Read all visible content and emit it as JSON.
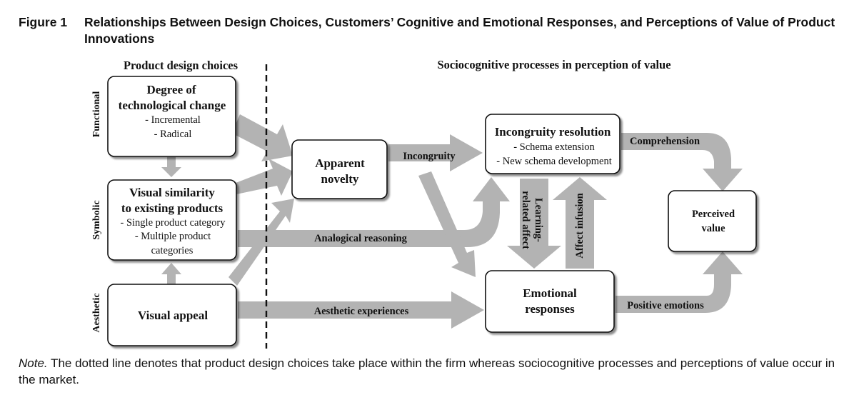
{
  "figure": {
    "label": "Figure 1",
    "title": "Relationships Between Design Choices, Customers’ Cognitive and Emotional Responses, and Perceptions of Value of Product Innovations"
  },
  "headers": {
    "left": "Product design choices",
    "right": "Sociocognitive processes in perception of value"
  },
  "side_labels": {
    "functional": "Functional",
    "symbolic": "Symbolic",
    "aesthetic": "Aesthetic"
  },
  "boxes": {
    "tech_change": {
      "title_line1": "Degree of",
      "title_line2": "technological change",
      "items": [
        "- Incremental",
        "- Radical"
      ]
    },
    "visual_similarity": {
      "title_line1": "Visual similarity",
      "title_line2": "to existing products",
      "items": [
        "- Single product category",
        "- Multiple product",
        "categories"
      ]
    },
    "visual_appeal": {
      "title": "Visual appeal"
    },
    "apparent_novelty": {
      "title_line1": "Apparent",
      "title_line2": "novelty"
    },
    "incongruity_resolution": {
      "title": "Incongruity resolution",
      "items": [
        "- Schema extension",
        "- New schema development"
      ]
    },
    "emotional_responses": {
      "title_line1": "Emotional",
      "title_line2": "responses"
    },
    "perceived_value": {
      "title_line1": "Perceived",
      "title_line2": "value"
    }
  },
  "arrow_labels": {
    "incongruity": "Incongruity",
    "comprehension": "Comprehension",
    "analogical_reasoning": "Analogical reasoning",
    "aesthetic_experiences": "Aesthetic experiences",
    "positive_emotions": "Positive emotions",
    "learning_related_affect_line1": "Learning-",
    "learning_related_affect_line2": "related affect",
    "affect_infusion": "Affect infusion"
  },
  "note": {
    "lead": "Note.",
    "text": " The dotted line denotes that product design choices take place within the firm whereas sociocognitive processes and perceptions of value occur in the market."
  },
  "colors": {
    "arrow_fill": "#b3b3b3",
    "box_stroke": "#111111",
    "text": "#111111"
  }
}
